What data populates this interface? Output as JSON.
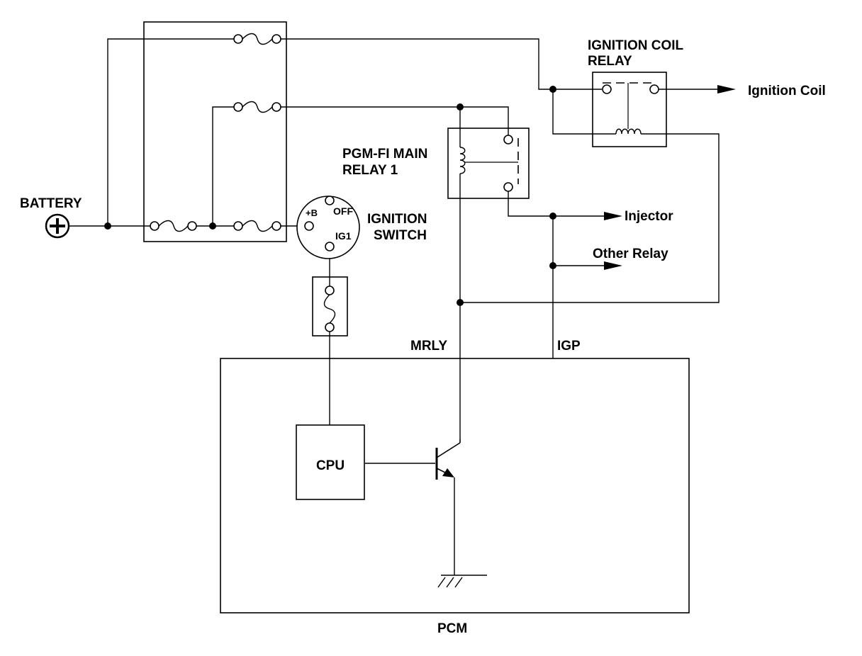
{
  "labels": {
    "battery": "BATTERY",
    "ignition_coil_relay_line1": "IGNITION COIL",
    "ignition_coil_relay_line2": "RELAY",
    "ignition_coil": "Ignition Coil",
    "pgmfi_relay_line1": "PGM-FI MAIN",
    "pgmfi_relay_line2": "RELAY 1",
    "switch_plus_b": "+B",
    "switch_off": "OFF",
    "switch_ig1": "IG1",
    "ignition_switch_line1": "IGNITION",
    "ignition_switch_line2": "SWITCH",
    "injector": "Injector",
    "other_relay": "Other Relay",
    "mrly": "MRLY",
    "igp": "IGP",
    "cpu": "CPU",
    "pcm": "PCM"
  }
}
